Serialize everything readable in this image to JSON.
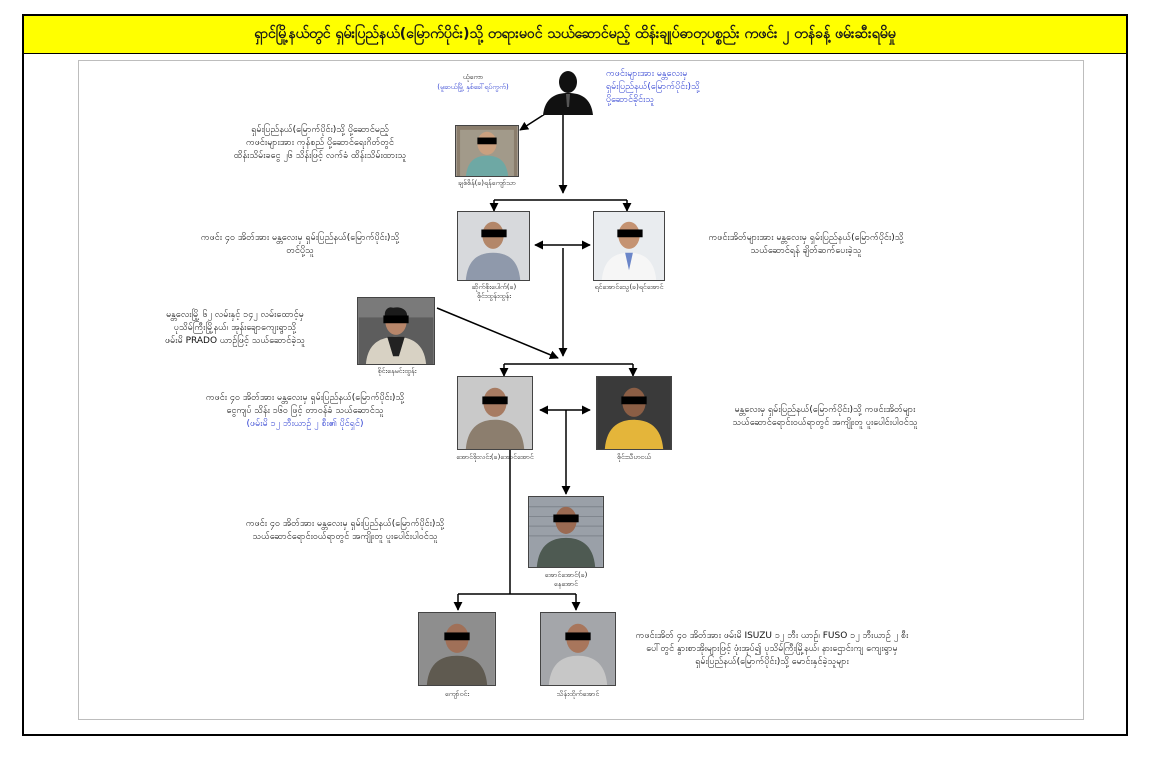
{
  "title": "ရှာင်မြို့နယ်တွင် ရှမ်းပြည်နယ်(မြောက်ပိုင်း)သို့ တရားမဝင် သယ်ဆောင်မည့် ထိန်းချုပ်ဓာတုပစ္စည်း ကဖင်း ၂ တန်ခန့် ဖမ်းဆီးရမိမှု",
  "people": {
    "leader_note": [
      "ကဖင်းများအား မန္တလေးမှ",
      "ရှမ်းပြည်နယ်(မြောက်ပိုင်း)သို့",
      "ပို့ဆောင်ခိုင်းသူ"
    ],
    "leader_caption": [
      "ယုံကော",
      "(မူဆယ်မြို့ နှစ်ခေါ်ရပ်ကွက်)"
    ],
    "p1_name": "ချစ်စိန်(ခ)ရန်ကျော်သာ",
    "p1_note": [
      "ရှမ်းပြည်နယ်(မြောက်ပိုင်း)သို့ ပို့ဆောင်မည့်",
      "ကဖင်းများအား ကုန်စည် ပို့ဆောင်ရေးဂိတ်တွင်",
      "ထိန်းသိမ်းခငွေ ၂၆ သိန်းဖြင့် လက်ခံ ထိန်းသိမ်းထားသူ"
    ],
    "p2_name": [
      "ဆိုက်စိုးပေါက်(ခ)",
      "စိုင်းထွန်းထွန်း"
    ],
    "p2_note": [
      "ကဖင်း ၄၀ အိတ်အား မန္တလေးမှ ရှမ်းပြည်နယ်(မြောက်ပိုင်း)သို့",
      "တင်ပို့သူ"
    ],
    "p3_name": "ရင်အောင်သွေ(ခ)ရင်အောင်",
    "p3_note": [
      "ကဖင်းအိတ်များအား  မန္တလေးမှ ရှမ်းပြည်နယ်(မြောက်ပိုင်း)သို့",
      "သယ်ဆောင်ရန် ချိတ်ဆက်ပေးခဲ့သူ"
    ],
    "p4_name": "စိုင်းနေမင်းထွန်း",
    "p4_note": [
      "မန္တလေးမြို့ ၆၂ လမ်းနှင့် ၁၄၂ လမ်းထောင့်မှ",
      "ပုသိမ်ကြီးမြို့နယ်၊ အုန်းချောကျေးရွာသို့",
      "ဖမ်းမိ PRADO ယာဉ်ဖြင့် သယ်ဆောင်ခဲ့သူ"
    ],
    "p5_name": "အောင်စိုးလင်း(ခ)အောင်အောင်",
    "p5_note": [
      "ကဖင်း ၄၀ အိတ်အား မန္တလေးမှ ရှမ်းပြည်နယ်(မြောက်ပိုင်း)သို့",
      "ငွေကျပ် သိန်း ၁၆၀ ဖြင့် တာဝန်ခံ သယ်ဆောင်သူ"
    ],
    "p5_note_blue": "(ဖမ်းမိ ၁၂ ဘီးယာဉ် ၂ စီး၏ ပိုင်ရှင်)",
    "p6_name": "စိုင်းသီဟငယ်",
    "p6_note": [
      "မန္တလေးမှ ရှမ်းပြည်နယ်(မြောက်ပိုင်း)သို့ ကဖင်းအိတ်များ",
      "သယ်ဆောင်ရောင်းဝယ်ရာတွင် အကျိုးတူ ပူးပေါင်းပါဝင်သူ"
    ],
    "p7_name": [
      "အောင်အောင်(ခ)",
      "နေအောင်"
    ],
    "p7_note": [
      "ကဖင်း ၄၀ အိတ်အား မန္တလေးမှ ရှမ်းပြည်နယ်(မြောက်ပိုင်း)သို့",
      "သယ်ဆောင်ရောင်းဝယ်ရာတွင် အကျိုးတူ ပူးပေါင်းပါဝင်သူ"
    ],
    "p8_name": "ကျော်ဝင်း",
    "p9_name": "သိန်းထိုက်အောင်",
    "p89_note": [
      "ကဖင်းအိတ် ၄၀ အိတ်အား ဖမ်းမိ ISUZU ၁၂ ဘီး ယာဉ်၊ FUSO ၁၂ ဘီးယာဉ် ၂ စီး",
      "ပေါ်တွင် နွားစာအိုးများဖြင့် ဖုံးအုပ်၍ ပုသိမ်ကြီးမြို့နယ်၊ နားဌောင်းကျ ကျေးရွာမှ",
      "ရှမ်းပြည်နယ်(မြောက်ပိုင်း)သို့ မောင်းနှင်ခဲ့သူများ"
    ]
  },
  "colors": {
    "title_bg": "#ffff00",
    "blue_text": "#2a3cd1",
    "line": "#000000"
  }
}
